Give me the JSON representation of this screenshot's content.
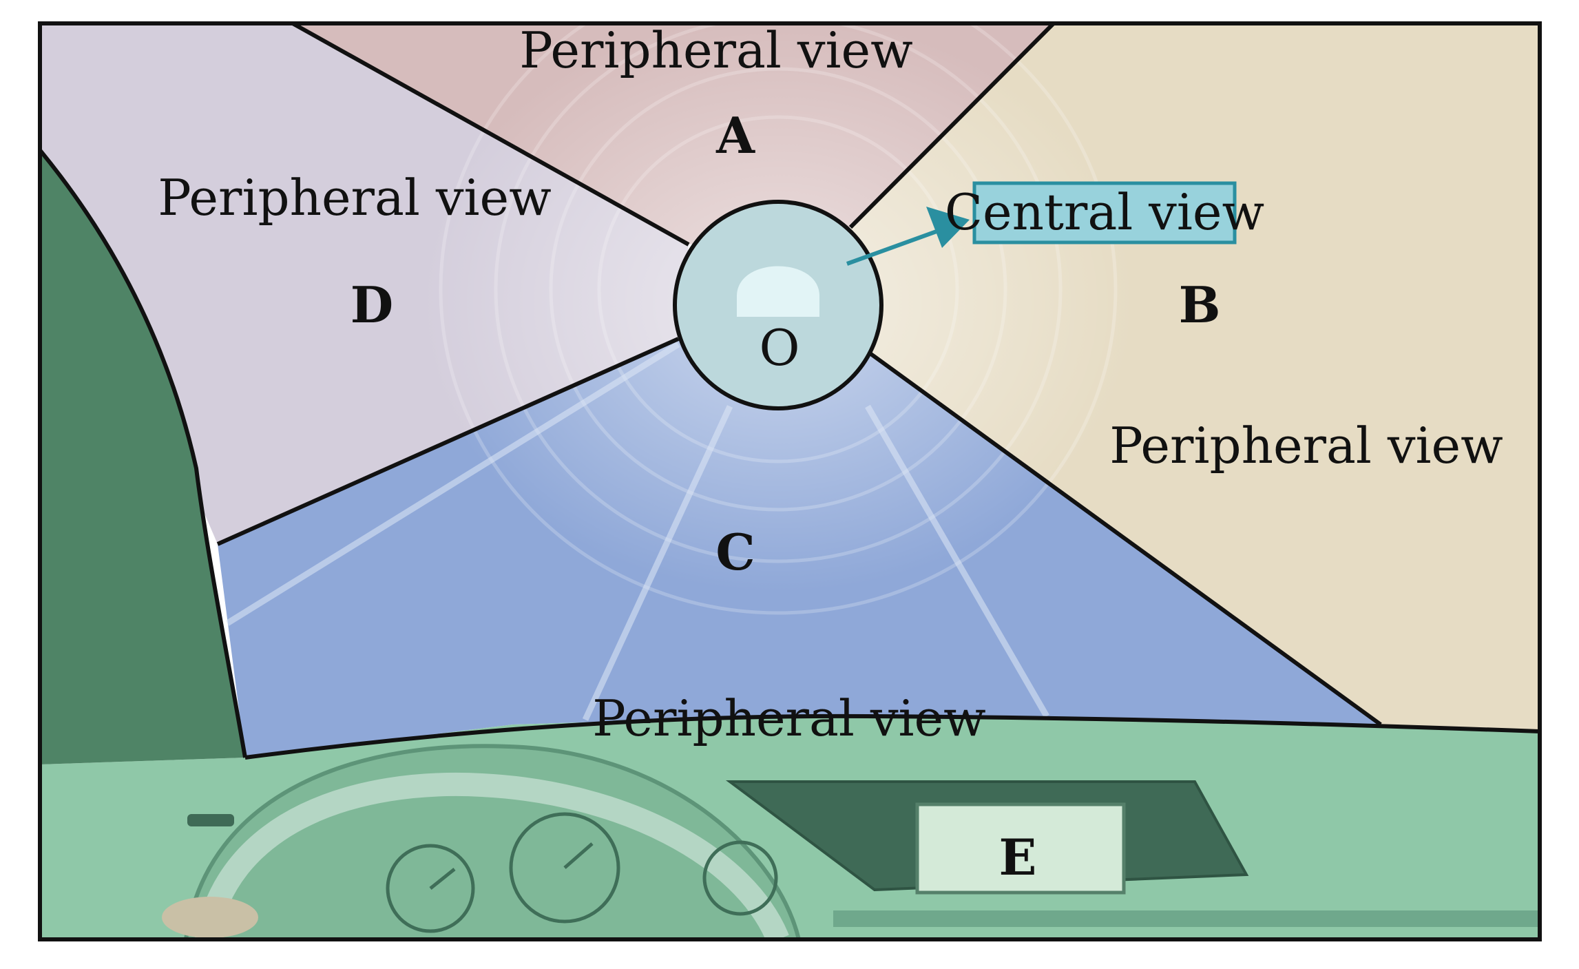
{
  "regions": {
    "A": {
      "letter": "A",
      "label": "Peripheral view"
    },
    "B": {
      "letter": "B",
      "label": "Peripheral view"
    },
    "C": {
      "letter": "C",
      "label": "Peripheral view"
    },
    "D": {
      "letter": "D",
      "label": "Peripheral view"
    },
    "E": {
      "letter": "E"
    },
    "O": {
      "letter": "O",
      "label": "Central view"
    }
  },
  "colors": {
    "region_a": "#d6bcbc",
    "region_b": "#e6dcc4",
    "region_c": "#8fa8d8",
    "region_d": "#d4cedc",
    "region_e": "#8fc8a8",
    "pillar": "#4f8466",
    "central_circle": "#bcd8dc",
    "callout_fill": "#98d2dc",
    "callout_border": "#2a8fa0",
    "arrow": "#2a8fa0",
    "outline": "#111111"
  },
  "icons": {
    "tunnel_opening": "tunnel-exit-icon",
    "steering_wheel": "steering-wheel-icon",
    "gauges": "dashboard-gauge-icon",
    "screen": "navigation-screen-icon"
  }
}
